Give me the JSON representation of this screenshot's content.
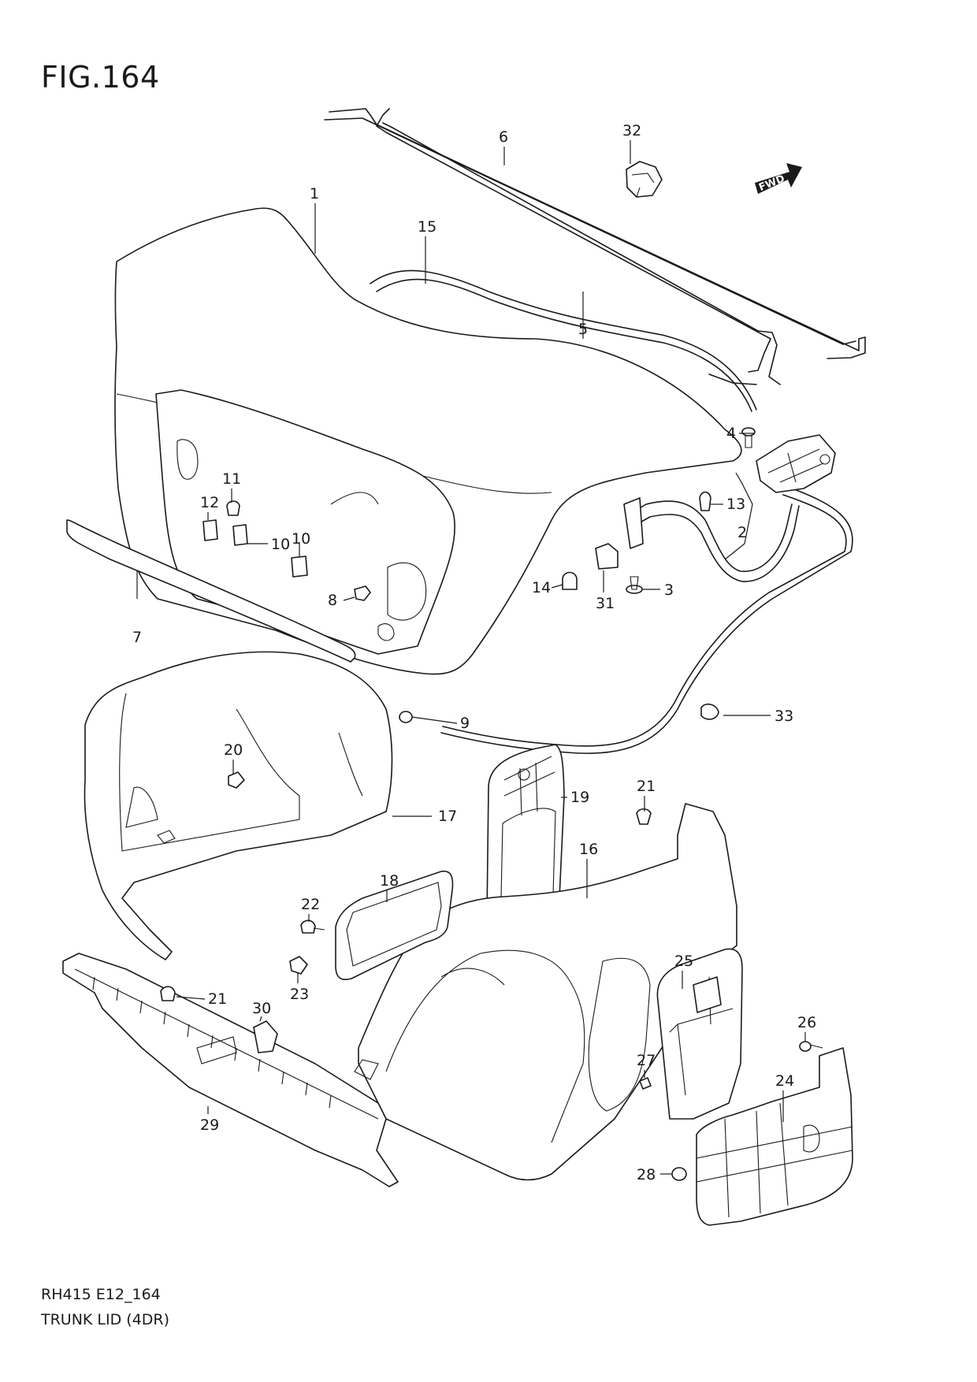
{
  "figure": {
    "title": "FIG.164",
    "code": "RH415 E12_164",
    "caption": "TRUNK LID (4DR)"
  },
  "fwd_label": "FWD",
  "callouts": [
    {
      "id": "c1",
      "text": "1"
    },
    {
      "id": "c2",
      "text": "2"
    },
    {
      "id": "c3",
      "text": "3"
    },
    {
      "id": "c4",
      "text": "4"
    },
    {
      "id": "c5",
      "text": "5"
    },
    {
      "id": "c6",
      "text": "6"
    },
    {
      "id": "c7",
      "text": "7"
    },
    {
      "id": "c8",
      "text": "8"
    },
    {
      "id": "c9",
      "text": "9"
    },
    {
      "id": "c10a",
      "text": "10"
    },
    {
      "id": "c10b",
      "text": "10"
    },
    {
      "id": "c11",
      "text": "11"
    },
    {
      "id": "c12",
      "text": "12"
    },
    {
      "id": "c13",
      "text": "13"
    },
    {
      "id": "c14",
      "text": "14"
    },
    {
      "id": "c15",
      "text": "15"
    },
    {
      "id": "c16",
      "text": "16"
    },
    {
      "id": "c17",
      "text": "17"
    },
    {
      "id": "c18",
      "text": "18"
    },
    {
      "id": "c19",
      "text": "19"
    },
    {
      "id": "c20",
      "text": "20"
    },
    {
      "id": "c21a",
      "text": "21"
    },
    {
      "id": "c21b",
      "text": "21"
    },
    {
      "id": "c22",
      "text": "22"
    },
    {
      "id": "c23",
      "text": "23"
    },
    {
      "id": "c24",
      "text": "24"
    },
    {
      "id": "c25",
      "text": "25"
    },
    {
      "id": "c26",
      "text": "26"
    },
    {
      "id": "c27",
      "text": "27"
    },
    {
      "id": "c28",
      "text": "28"
    },
    {
      "id": "c29",
      "text": "29"
    },
    {
      "id": "c30",
      "text": "30"
    },
    {
      "id": "c31",
      "text": "31"
    },
    {
      "id": "c32",
      "text": "32"
    },
    {
      "id": "c33",
      "text": "33"
    }
  ]
}
